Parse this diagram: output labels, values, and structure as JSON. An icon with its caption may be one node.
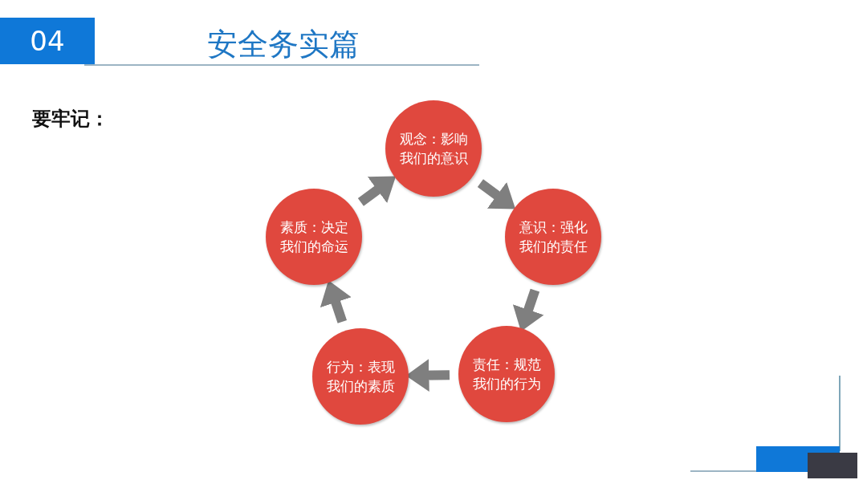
{
  "diagram": {
    "title": "安全务实篇",
    "nodes": [
      {
        "text": [
          "04"
        ]
      },
      {
        "text": [
          "观念：影响我们的意识"
        ]
      },
      {
        "text": [
          "意识：强化我们的责任"
        ]
      },
      {
        "text": [
          "责任：规范我们的行为"
        ]
      },
      {
        "text": [
          "行为：表现我们的素质"
        ]
      },
      {
        "text": [
          "素质：决定我们的命运"
        ]
      }
    ],
    "edges": [
      {
        "from": 1,
        "to": 2,
        "arrow": "to"
      },
      {
        "from": 2,
        "to": 3,
        "arrow": "to"
      },
      {
        "from": 3,
        "to": 4,
        "arrow": "to"
      },
      {
        "from": 4,
        "to": 5,
        "arrow": "to"
      },
      {
        "from": 5,
        "to": 1,
        "arrow": "to"
      }
    ],
    "labels": [
      "要牢记："
    ]
  }
}
